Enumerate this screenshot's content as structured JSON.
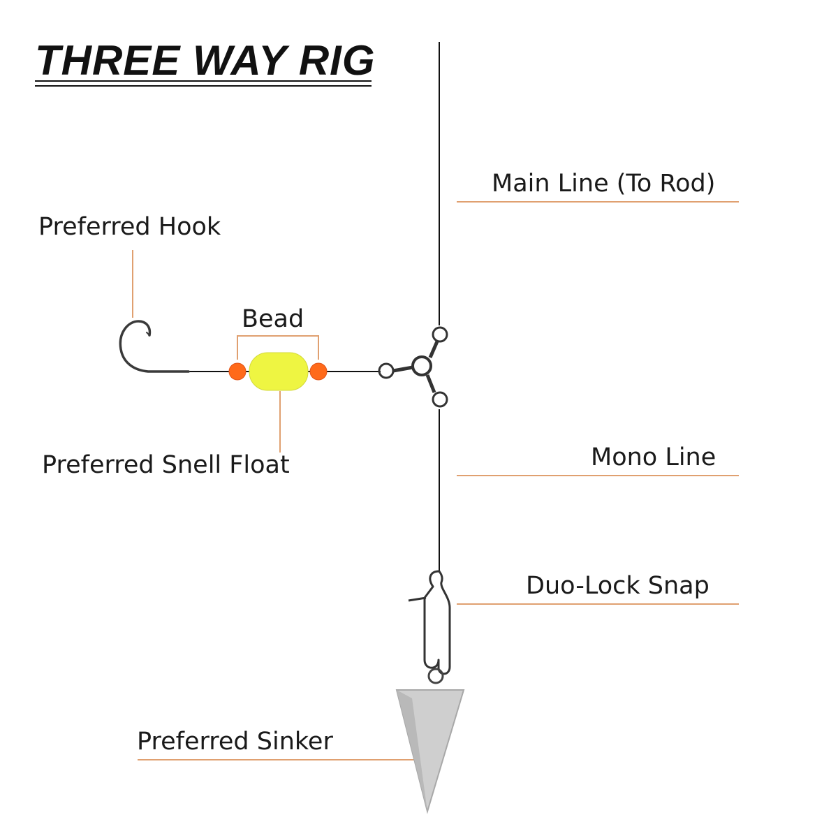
{
  "title": "THREE WAY RIG",
  "labels": {
    "main_line": "Main Line (To Rod)",
    "preferred_hook": "Preferred Hook",
    "bead": "Bead",
    "snell_float": "Preferred Snell Float",
    "mono_line": "Mono Line",
    "duo_lock_snap": "Duo-Lock Snap",
    "preferred_sinker": "Preferred Sinker"
  },
  "colors": {
    "leader_line": "#e0a070",
    "bead": "#ff6a1a",
    "float": "#eef542",
    "line": "#111111",
    "sinker": "#c9c9c9"
  }
}
